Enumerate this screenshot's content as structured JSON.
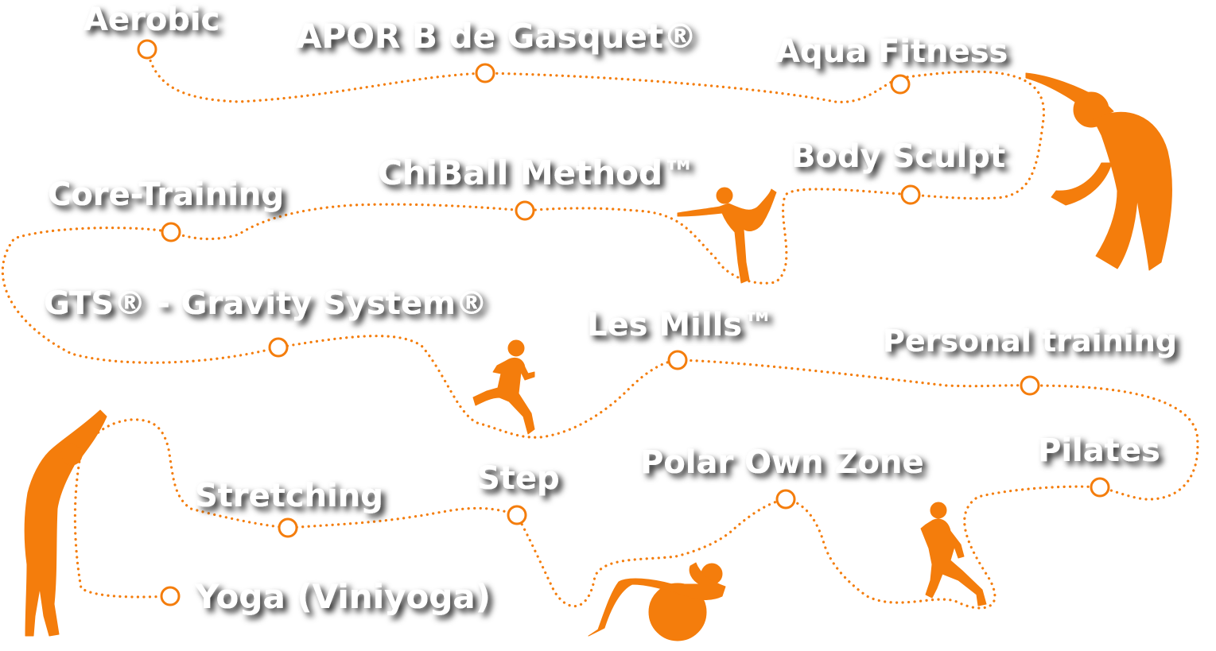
{
  "theme": {
    "accent": "#f47d0c",
    "label_color": "#ffffff",
    "shadow_color": "#000000"
  },
  "disciplines": [
    {
      "id": "aerobic",
      "label": "Aerobic"
    },
    {
      "id": "apor",
      "label": "APOR B de Gasquet®"
    },
    {
      "id": "aqua-fitness",
      "label": "Aqua Fitness"
    },
    {
      "id": "body-sculpt",
      "label": "Body Sculpt"
    },
    {
      "id": "chiball-method",
      "label": "ChiBall Method™"
    },
    {
      "id": "core-training",
      "label": "Core-Training"
    },
    {
      "id": "gts-gravity-system",
      "label": "GTS® - Gravity System®"
    },
    {
      "id": "les-mills",
      "label": "Les Mills™"
    },
    {
      "id": "personal-training",
      "label": "Personal training"
    },
    {
      "id": "pilates",
      "label": "Pilates"
    },
    {
      "id": "polar-own-zone",
      "label": "Polar Own Zone"
    },
    {
      "id": "step",
      "label": "Step"
    },
    {
      "id": "stretching",
      "label": "Stretching"
    },
    {
      "id": "yoga-viniyoga",
      "label": "Yoga (Viniyoga)"
    }
  ],
  "figures": [
    {
      "id": "side-stretch-figure",
      "pose": "side-stretch"
    },
    {
      "id": "dancer-pose-figure",
      "pose": "dancer-pose"
    },
    {
      "id": "runner-figure",
      "pose": "running"
    },
    {
      "id": "standing-stretch-figure",
      "pose": "arms-up-stretch"
    },
    {
      "id": "swiss-ball-figure",
      "pose": "ball-crunch"
    },
    {
      "id": "walker-figure",
      "pose": "running"
    }
  ]
}
